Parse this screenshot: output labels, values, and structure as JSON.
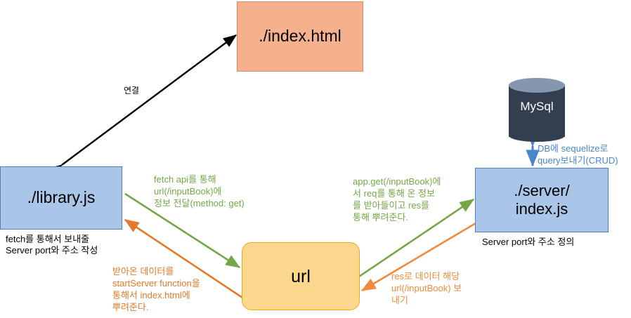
{
  "diagram": {
    "title": "Node.js fetch / url / server architecture flow",
    "nodes": {
      "index_html": {
        "label": "./index.html",
        "fill": "#F5B08E",
        "stroke": "#E0855C"
      },
      "library_js": {
        "label": "./library.js",
        "fill": "#A9C5E8",
        "stroke": "#4E81BD"
      },
      "server_index_js": {
        "line1": "./server/",
        "line2": "index.js",
        "fill": "#A9C5E8",
        "stroke": "#4E81BD"
      },
      "url": {
        "label": "url",
        "fill": "#FCD78E",
        "stroke": "#EBA91E"
      },
      "mysql": {
        "label": "MySql",
        "body_color": "#333F50",
        "top_color": "#8496B0"
      }
    },
    "captions": {
      "library_caption": "fetch를 통해서 보내줄\nServer port와 주소 작성",
      "server_caption": "Server port와 주소 정의"
    },
    "edges": {
      "connect": {
        "label": "연결",
        "color": "#000000",
        "from": "library_js",
        "to": "index_html",
        "direction": "both"
      },
      "fetch_api": {
        "label": "fetch api를 통해\nurl(/inputBook)에\n정보 전달(method: get)",
        "color": "#76A747",
        "from": "library_js",
        "to": "url",
        "direction": "forward"
      },
      "start_server": {
        "label": "받아온 데이터를\nstartServer function을\n통해서 index.html에\n뿌려준다.",
        "color": "#E2792B",
        "from": "url",
        "to": "library_js",
        "direction": "forward"
      },
      "app_get": {
        "label": "app.get(/inputBook)에\n서 req를 통해 온 정보\n를 받아들이고 res를\n통해 뿌려준다.",
        "color": "#76A747",
        "from": "url",
        "to": "server_index_js",
        "direction": "forward"
      },
      "res_send": {
        "label": "res로 데이터 해당\nurl(/inputBook) 보\n내기",
        "color": "#F08A3C",
        "from": "server_index_js",
        "to": "url",
        "direction": "forward"
      },
      "db_query": {
        "label": "DB에 sequelize로\nquery보내기(CRUD)",
        "color": "#4A86C8",
        "from": "server_index_js",
        "to": "mysql",
        "direction": "both"
      }
    }
  }
}
